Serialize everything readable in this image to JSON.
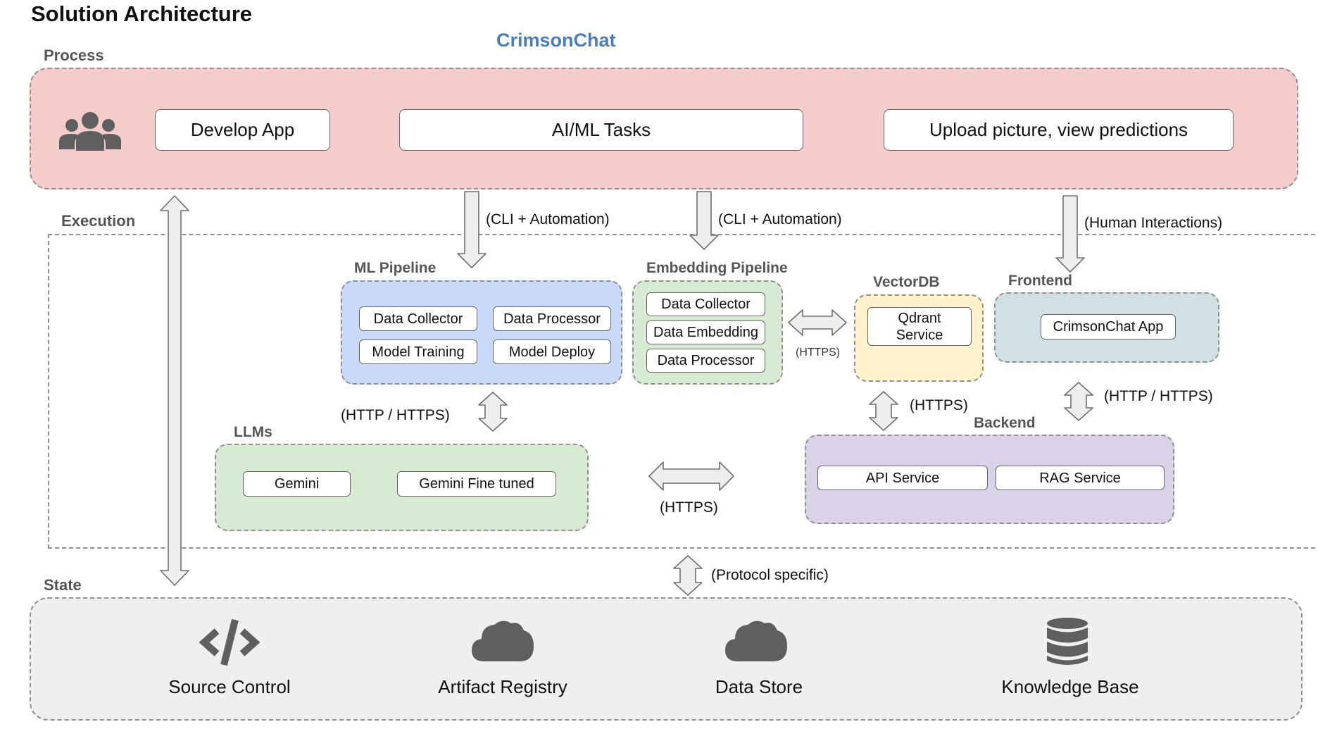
{
  "title": "Solution Architecture",
  "app_name": "CrimsonChat",
  "sections": {
    "process": "Process",
    "execution": "Execution",
    "state": "State"
  },
  "process": {
    "people_icon": "users-icon",
    "develop_app": "Develop App",
    "aiml_tasks": "AI/ML Tasks",
    "upload": "Upload picture, view predictions"
  },
  "connectors": {
    "cli1": "(CLI + Automation)",
    "cli2": "(CLI + Automation)",
    "human": "(Human Interactions)",
    "ml_llm": "(HTTP / HTTPS)",
    "emb_vec": "(HTTPS)",
    "vec_backend": "(HTTPS)",
    "fe_backend": "(HTTP / HTTPS)",
    "llm_backend": "(HTTPS)",
    "state": "(Protocol specific)"
  },
  "ml_pipeline": {
    "label": "ML Pipeline",
    "items": [
      "Data Collector",
      "Data Processor",
      "Model Training",
      "Model Deploy"
    ]
  },
  "embedding_pipeline": {
    "label": "Embedding Pipeline",
    "items": [
      "Data Collector",
      "Data Embedding",
      "Data Processor"
    ]
  },
  "vectordb": {
    "label": "VectorDB",
    "service": "Qdrant Service"
  },
  "frontend": {
    "label": "Frontend",
    "app": "CrimsonChat App"
  },
  "llms": {
    "label": "LLMs",
    "items": [
      "Gemini",
      "Gemini Fine tuned"
    ]
  },
  "backend": {
    "label": "Backend",
    "items": [
      "API Service",
      "RAG Service"
    ]
  },
  "state_items": [
    {
      "label": "Source Control",
      "icon": "code-icon"
    },
    {
      "label": "Artifact Registry",
      "icon": "cloud-icon"
    },
    {
      "label": "Data Store",
      "icon": "cloud-icon"
    },
    {
      "label": "Knowledge Base",
      "icon": "database-icon"
    }
  ],
  "colors": {
    "process_bg": "#f4cccc",
    "ml_bg": "#c9daf8",
    "embedding_bg": "#d9ead3",
    "vectordb_bg": "#fff2cc",
    "frontend_bg": "#d0e0e3",
    "llms_bg": "#d9ead3",
    "backend_bg": "#d9d2e9",
    "state_bg": "#efefef",
    "app_name": "#4a7ebb"
  }
}
